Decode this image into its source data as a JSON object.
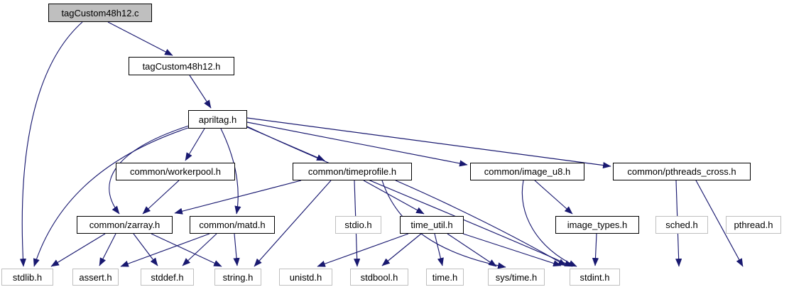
{
  "graph": {
    "kind": "include-dependency-graph",
    "colors": {
      "edge": "#191970",
      "internal_border": "#000000",
      "external_border": "#bfbfbf",
      "root_fill": "#bfbfbf",
      "node_fill": "#ffffff",
      "text": "#000000"
    },
    "nodes": [
      {
        "label": "tagCustom48h12.c",
        "kind": "root"
      },
      {
        "label": "tagCustom48h12.h",
        "kind": "internal"
      },
      {
        "label": "apriltag.h",
        "kind": "internal"
      },
      {
        "label": "common/workerpool.h",
        "kind": "internal"
      },
      {
        "label": "common/timeprofile.h",
        "kind": "internal"
      },
      {
        "label": "common/image_u8.h",
        "kind": "internal"
      },
      {
        "label": "common/pthreads_cross.h",
        "kind": "internal"
      },
      {
        "label": "common/zarray.h",
        "kind": "internal"
      },
      {
        "label": "common/matd.h",
        "kind": "internal"
      },
      {
        "label": "stdio.h",
        "kind": "external"
      },
      {
        "label": "time_util.h",
        "kind": "internal"
      },
      {
        "label": "image_types.h",
        "kind": "internal"
      },
      {
        "label": "sched.h",
        "kind": "external"
      },
      {
        "label": "pthread.h",
        "kind": "external"
      },
      {
        "label": "stdlib.h",
        "kind": "external"
      },
      {
        "label": "assert.h",
        "kind": "external"
      },
      {
        "label": "stddef.h",
        "kind": "external"
      },
      {
        "label": "string.h",
        "kind": "external"
      },
      {
        "label": "unistd.h",
        "kind": "external"
      },
      {
        "label": "stdbool.h",
        "kind": "external"
      },
      {
        "label": "time.h",
        "kind": "external"
      },
      {
        "label": "sys/time.h",
        "kind": "external"
      },
      {
        "label": "stdint.h",
        "kind": "external"
      }
    ],
    "edges": [
      {
        "from": "tagCustom48h12.c",
        "to": "tagCustom48h12.h"
      },
      {
        "from": "tagCustom48h12.c",
        "to": "stdlib.h"
      },
      {
        "from": "tagCustom48h12.h",
        "to": "apriltag.h"
      },
      {
        "from": "apriltag.h",
        "to": "common/workerpool.h"
      },
      {
        "from": "apriltag.h",
        "to": "common/timeprofile.h"
      },
      {
        "from": "apriltag.h",
        "to": "common/image_u8.h"
      },
      {
        "from": "apriltag.h",
        "to": "common/pthreads_cross.h"
      },
      {
        "from": "apriltag.h",
        "to": "common/zarray.h"
      },
      {
        "from": "apriltag.h",
        "to": "common/matd.h"
      },
      {
        "from": "apriltag.h",
        "to": "stdlib.h"
      },
      {
        "from": "apriltag.h",
        "to": "stdint.h"
      },
      {
        "from": "common/workerpool.h",
        "to": "common/zarray.h"
      },
      {
        "from": "common/timeprofile.h",
        "to": "common/zarray.h"
      },
      {
        "from": "common/timeprofile.h",
        "to": "stdio.h"
      },
      {
        "from": "common/timeprofile.h",
        "to": "time_util.h"
      },
      {
        "from": "common/timeprofile.h",
        "to": "string.h"
      },
      {
        "from": "common/timeprofile.h",
        "to": "sys/time.h"
      },
      {
        "from": "common/timeprofile.h",
        "to": "stdint.h"
      },
      {
        "from": "common/image_u8.h",
        "to": "image_types.h"
      },
      {
        "from": "common/image_u8.h",
        "to": "stdint.h"
      },
      {
        "from": "common/pthreads_cross.h",
        "to": "sched.h"
      },
      {
        "from": "common/pthreads_cross.h",
        "to": "pthread.h"
      },
      {
        "from": "common/zarray.h",
        "to": "stdlib.h"
      },
      {
        "from": "common/zarray.h",
        "to": "assert.h"
      },
      {
        "from": "common/zarray.h",
        "to": "stddef.h"
      },
      {
        "from": "common/zarray.h",
        "to": "string.h"
      },
      {
        "from": "common/matd.h",
        "to": "assert.h"
      },
      {
        "from": "common/matd.h",
        "to": "stddef.h"
      },
      {
        "from": "common/matd.h",
        "to": "string.h"
      },
      {
        "from": "time_util.h",
        "to": "unistd.h"
      },
      {
        "from": "time_util.h",
        "to": "stdbool.h"
      },
      {
        "from": "time_util.h",
        "to": "time.h"
      },
      {
        "from": "time_util.h",
        "to": "sys/time.h"
      },
      {
        "from": "time_util.h",
        "to": "stdint.h"
      },
      {
        "from": "image_types.h",
        "to": "stdint.h"
      }
    ]
  }
}
